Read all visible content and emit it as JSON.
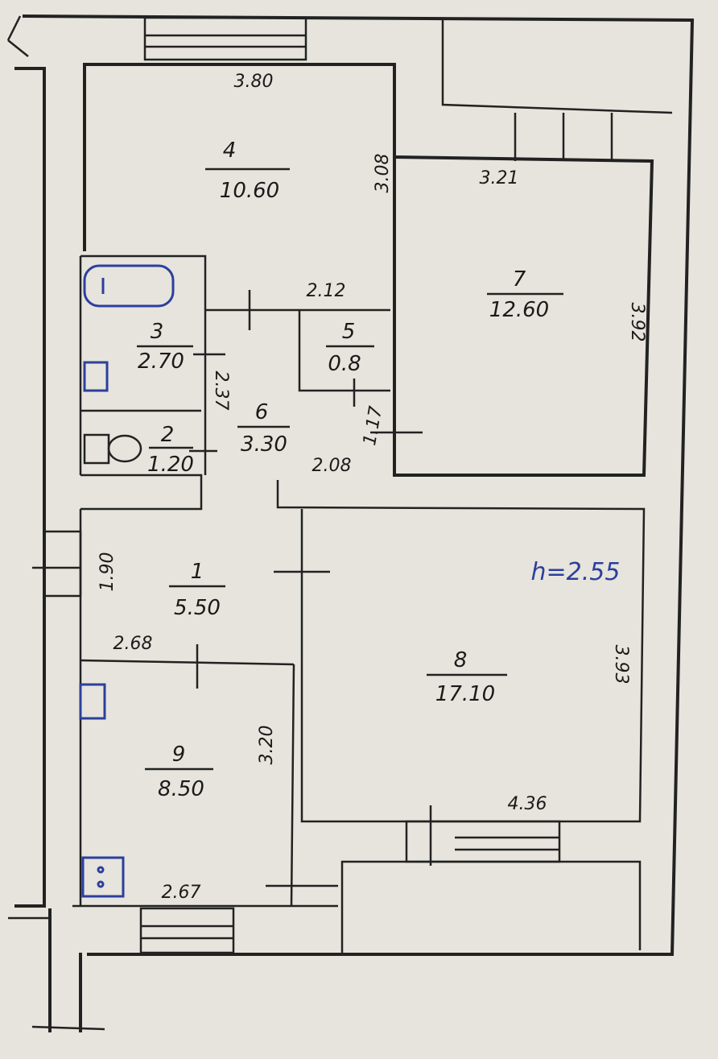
{
  "ceiling_height": "h=2.55",
  "rooms": [
    {
      "id": "room-1",
      "number": "1",
      "area": "5.50"
    },
    {
      "id": "room-2",
      "number": "2",
      "area": "1.20"
    },
    {
      "id": "room-3",
      "number": "3",
      "area": "2.70"
    },
    {
      "id": "room-4",
      "number": "4",
      "area": "10.60"
    },
    {
      "id": "room-5",
      "number": "5",
      "area": "0.8"
    },
    {
      "id": "room-6",
      "number": "6",
      "area": "3.30"
    },
    {
      "id": "room-7",
      "number": "7",
      "area": "12.60"
    },
    {
      "id": "room-8",
      "number": "8",
      "area": "17.10"
    },
    {
      "id": "room-9",
      "number": "9",
      "area": "8.50"
    }
  ],
  "dimensions": [
    "3.80",
    "3.08",
    "3.21",
    "3.92",
    "2.12",
    "2.37",
    "1.17",
    "2.08",
    "1.90",
    "2.68",
    "3.93",
    "3.20",
    "4.36",
    "2.67"
  ]
}
